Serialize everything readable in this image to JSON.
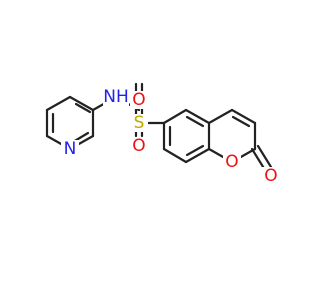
{
  "colors": {
    "bond": "#222222",
    "nitrogen": "#2222ee",
    "oxygen": "#ee1111",
    "sulfur": "#bbaa00",
    "background": "#ffffff"
  },
  "atoms": {
    "pyridine_n": "N",
    "sulfonamide_nh": "NH",
    "sulfur": "S",
    "sulfonyl_o_top": "O",
    "sulfonyl_o_bottom": "O",
    "ring_o": "O",
    "carbonyl_o": "O"
  }
}
